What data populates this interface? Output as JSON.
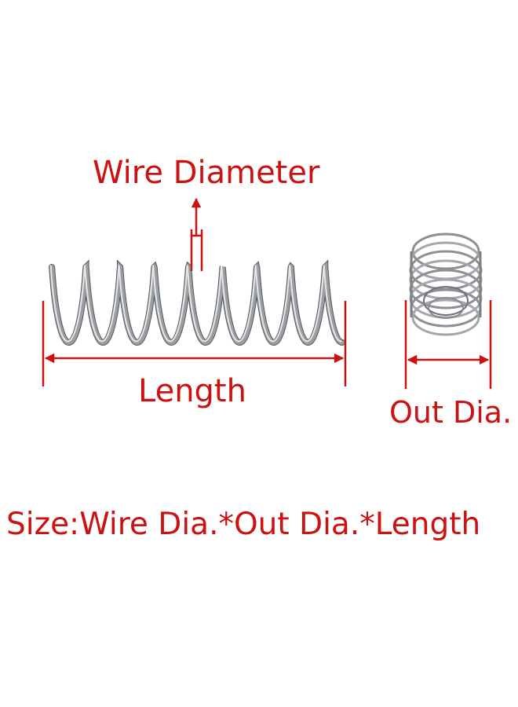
{
  "labels": {
    "wire_diameter": "Wire Diameter",
    "length": "Length",
    "out_dia": "Out Dia.",
    "size_formula": "Size:Wire Dia.*Out Dia.*Length"
  },
  "colors": {
    "annotation_red": "#cc1111",
    "spring_steel": "#9a9ea3",
    "spring_highlight": "#e4e6e8",
    "spring_shadow": "#55595e",
    "background": "#ffffff"
  }
}
